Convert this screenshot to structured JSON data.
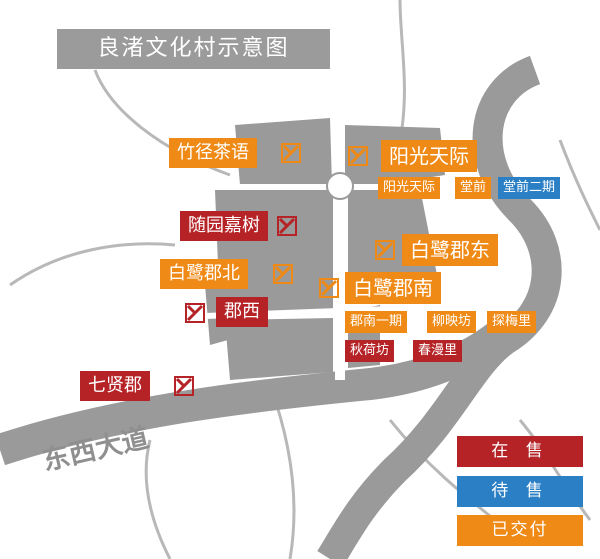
{
  "map": {
    "title": "良渚文化村示意图",
    "road_label": "东西大道",
    "colors": {
      "on_sale": "#b52327",
      "pending_sale": "#2b7fc5",
      "delivered": "#ef8a17",
      "block": "#9a9a9a",
      "road_line": "#b8b8b8"
    },
    "marker_icon": "crossed-square-icon",
    "projects": {
      "zhujingchayu": "竹径茶语",
      "yangguangtianji": "阳光天际",
      "yangguangtianji_small": "阳光天际",
      "tangqian": "堂前",
      "tangqian_erqi": "堂前二期",
      "suiyuanjiashu": "随园嘉树",
      "bailujundong": "白鹭郡东",
      "bailujunbei": "白鹭郡北",
      "bailujunnan": "白鹭郡南",
      "junxi": "郡西",
      "junnan_yiqi": "郡南一期",
      "liuyingfang": "柳映坊",
      "tanmeili": "探梅里",
      "qiuhefang": "秋荷坊",
      "chunmanli": "春漫里",
      "qixianjun": "七贤郡"
    },
    "legend": {
      "on_sale": "在 售",
      "pending_sale": "待 售",
      "delivered": "已交付"
    }
  }
}
